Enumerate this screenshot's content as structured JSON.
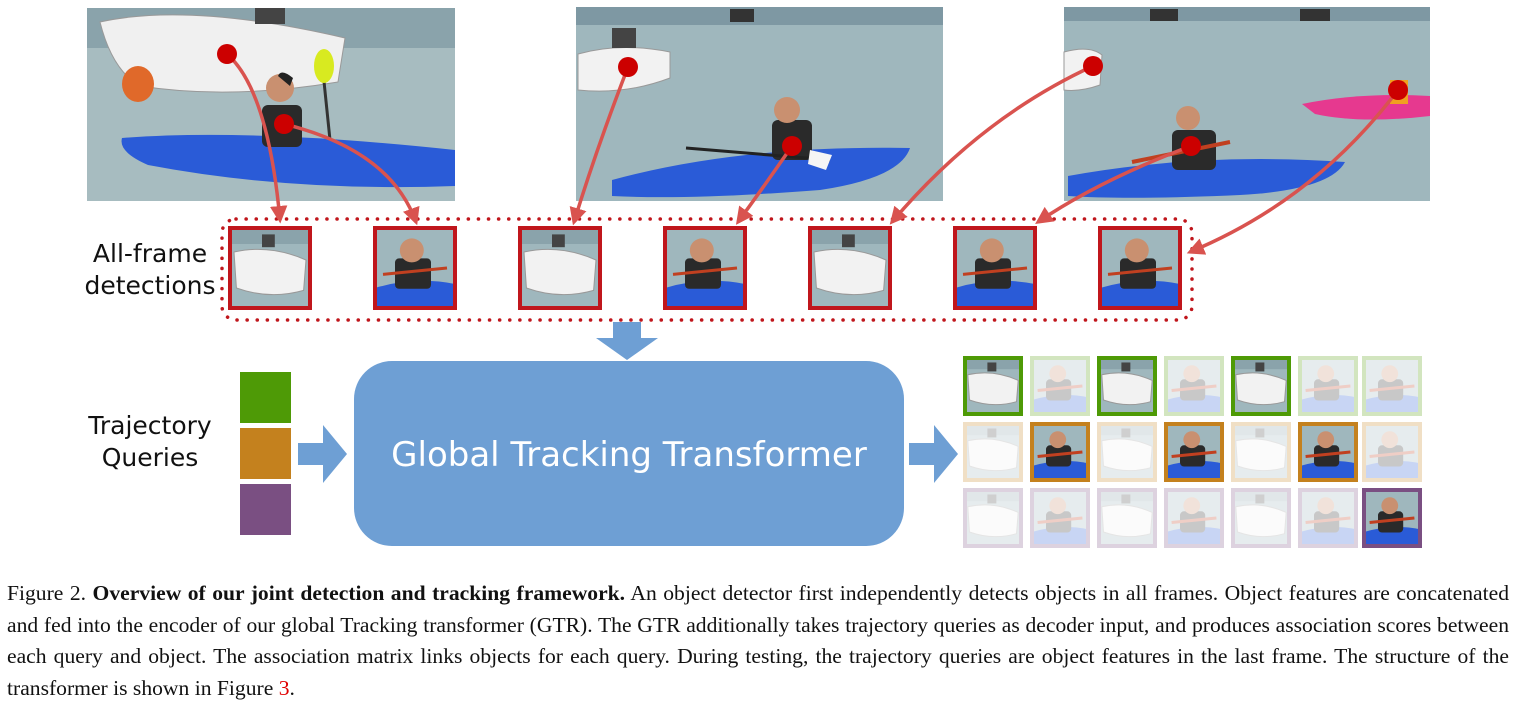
{
  "figure": {
    "all_frame_label_1": "All-frame",
    "all_frame_label_2": "detections",
    "trajectory_label_1": "Trajectory",
    "trajectory_label_2": "Queries",
    "transformer_label": "Global Tracking Transformer",
    "colors": {
      "arrow_red": "#d9534f",
      "dot_red": "#cc0000",
      "box_red": "#c0161c",
      "transformer_blue": "#6e9fd4",
      "query_green": "#4e9a06",
      "query_orange": "#c4811e",
      "query_purple": "#7a4f82",
      "water": "#9fb7bd",
      "kayak_blue": "#2a5bd7",
      "kayak_pink": "#e6398f",
      "boat_white": "#f2f2f2"
    },
    "detections": [
      "boat",
      "child",
      "boat",
      "child",
      "boat",
      "child",
      "child"
    ],
    "association_matrix": [
      [
        1,
        0,
        1,
        0,
        1,
        0,
        0
      ],
      [
        0,
        1,
        0,
        1,
        0,
        1,
        0
      ],
      [
        0,
        0,
        0,
        0,
        0,
        0,
        1
      ]
    ]
  },
  "caption": {
    "prefix": "Figure 2. ",
    "bold": "Overview of our joint detection and tracking framework.",
    "body": " An object detector first independently detects objects in all frames. Object features are concatenated and fed into the encoder of our global Tracking transformer (GTR). The GTR additionally takes trajectory queries as decoder input, and produces association scores between each query and object.  The association matrix links objects for each query. During testing, the trajectory queries are object features in the last frame. The structure of the transformer is shown in Figure ",
    "ref": "3",
    "end": "."
  }
}
